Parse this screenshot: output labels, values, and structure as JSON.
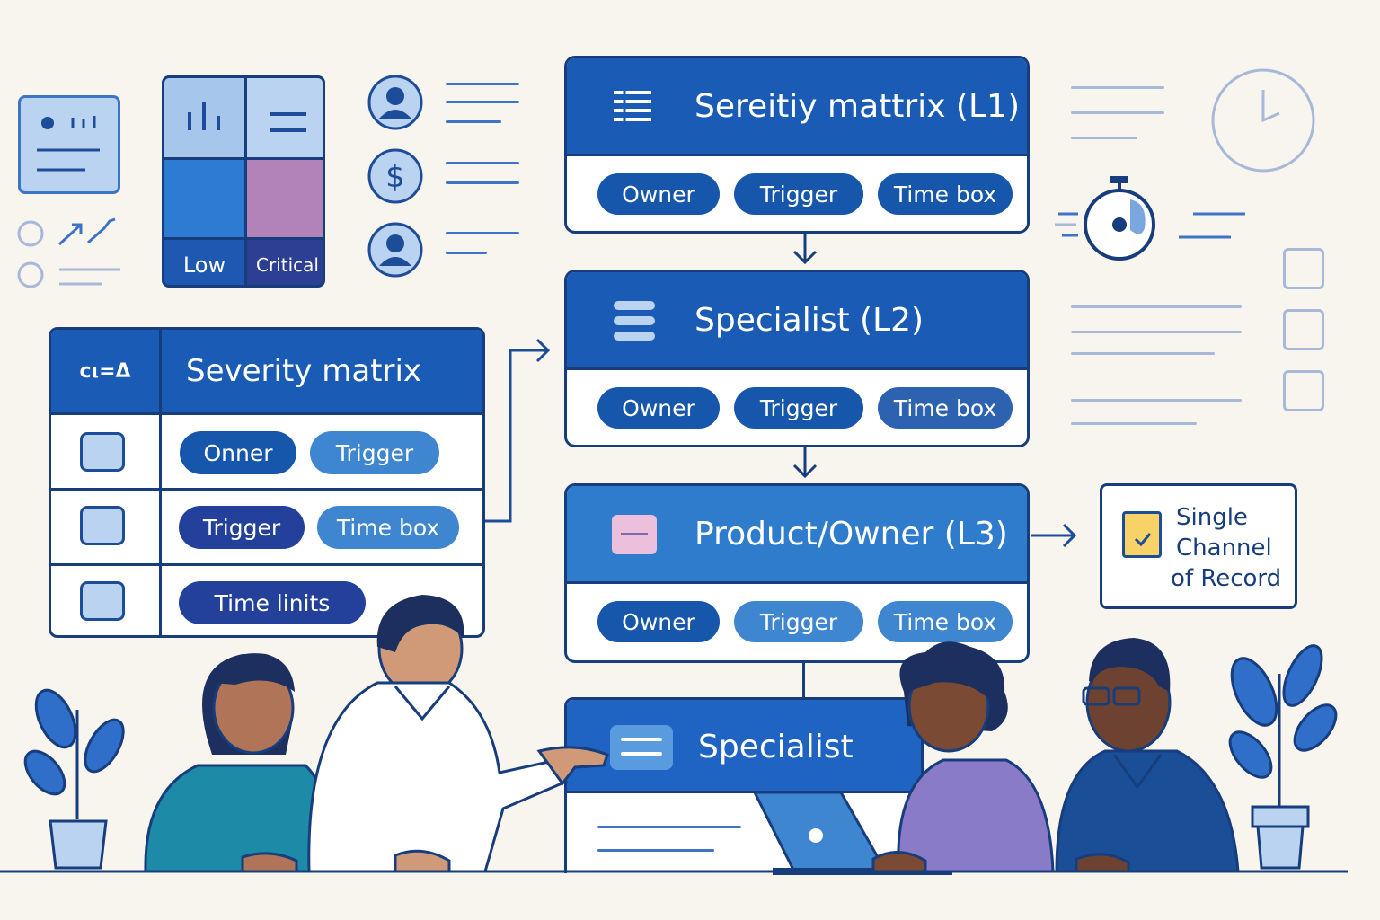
{
  "colors": {
    "background": "#f8f5ef",
    "header_blue": "#1a5bb5",
    "header_mid": "#2f7ccd",
    "outline_navy": "#173d7d",
    "pill_dark": "#1656ab",
    "pill_mid": "#3f86d1",
    "pill_navy": "#23409a"
  },
  "heatmap": {
    "low_label": "Low",
    "critical_label": "Critical"
  },
  "role_icons": [
    "user-icon",
    "dollar-icon",
    "user-icon"
  ],
  "flow": {
    "level1": {
      "title": "Sereitiy mattrix (L1)",
      "icon": "list-icon",
      "pills": [
        "Owner",
        "Trigger",
        "Time box"
      ]
    },
    "level2": {
      "title": "Specialist (L2)",
      "icon": "menu-icon",
      "pills": [
        "Owner",
        "Trigger",
        "Time box"
      ]
    },
    "level3": {
      "title": "Product/Owner (L3)",
      "icon": "minus-icon",
      "pills": [
        "Owner",
        "Trigger",
        "Time box"
      ]
    },
    "specialist_screen": {
      "title": "Specialist",
      "icon": "menu-icon"
    }
  },
  "matrix_table": {
    "header_code": "cι=Δ",
    "title": "Severity matrix",
    "rows": [
      {
        "pills": [
          "Onner",
          "Trigger"
        ]
      },
      {
        "pills": [
          "Trigger",
          "Time box"
        ]
      },
      {
        "pills": [
          "Time linits"
        ]
      }
    ]
  },
  "record_card": {
    "line1": "Single",
    "line2": "Channel",
    "line3": "of Record",
    "icon": "checkbox-icon"
  },
  "decor_icons": [
    "clock-icon",
    "stopwatch-icon",
    "chart-card-icon",
    "plant-icon",
    "laptop-icon"
  ]
}
